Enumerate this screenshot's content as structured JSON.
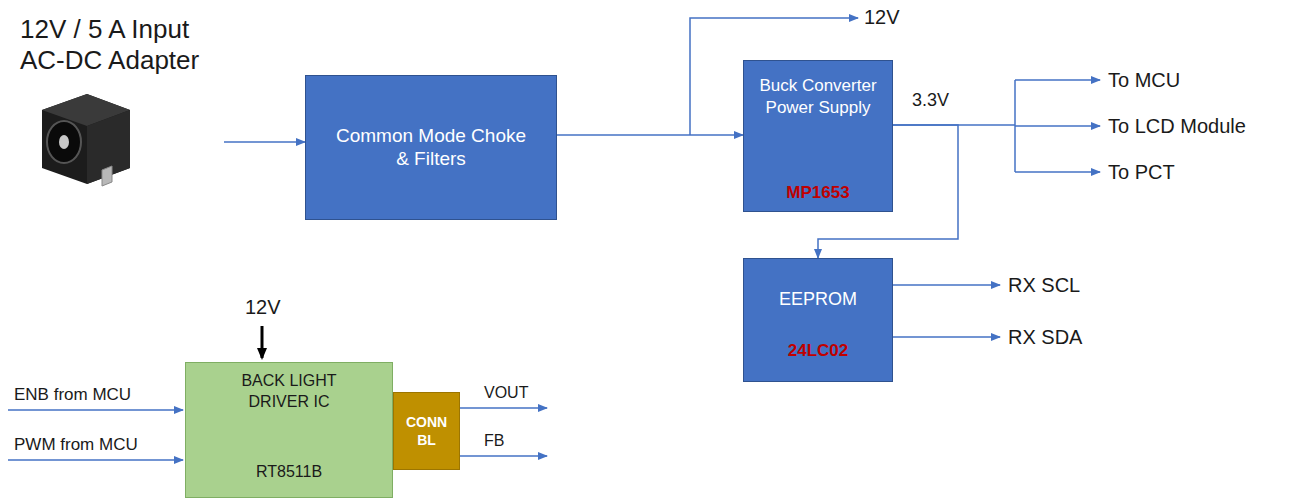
{
  "diagram": {
    "nodes": [
      {
        "text": [
          "12V / 5 A Input AC-DC Adapter"
        ]
      },
      {
        "text": [
          "Common Mode Choke & Filters"
        ]
      },
      {
        "text": [
          "Buck Converter Power Supply",
          "MP1653"
        ]
      },
      {
        "text": [
          "EEPROM",
          "24LC02"
        ]
      },
      {
        "text": [
          "BACK LIGHT DRIVER IC",
          "RT8511B"
        ]
      },
      {
        "text": [
          "CONN BL"
        ]
      }
    ],
    "edges": [
      {
        "from": 0,
        "to": 1,
        "arrow": "to"
      },
      {
        "from": 1,
        "to": 2,
        "arrow": "to"
      },
      {
        "from": 2,
        "to": 3,
        "arrow": "to"
      }
    ],
    "labels": [
      "12V",
      "3.3V",
      "To MCU",
      "To LCD Module",
      "To PCT",
      "RX SCL",
      "RX SDA",
      "12V",
      "ENB from MCU",
      "PWM from MCU",
      "VOUT",
      "FB"
    ]
  }
}
